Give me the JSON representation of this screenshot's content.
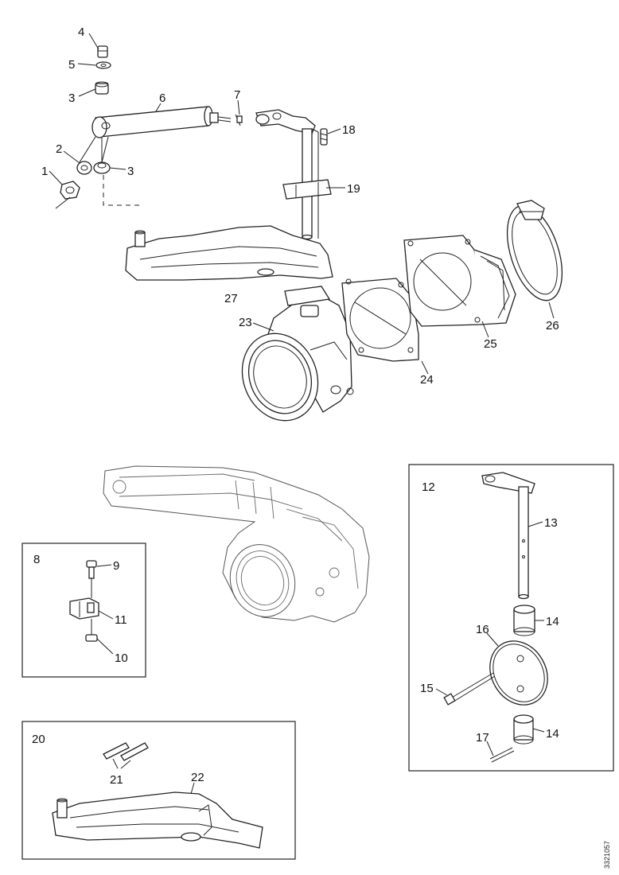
{
  "callouts": {
    "c1": "1",
    "c2": "2",
    "c3a": "3",
    "c3b": "3",
    "c4": "4",
    "c5": "5",
    "c6": "6",
    "c7": "7",
    "c18": "18",
    "c19": "19",
    "c23": "23",
    "c24": "24",
    "c25": "25",
    "c26": "26",
    "c27": "27"
  },
  "inset_8": {
    "title": "8",
    "c9": "9",
    "c10": "10",
    "c11": "11"
  },
  "inset_12": {
    "title": "12",
    "c13": "13",
    "c14a": "14",
    "c14b": "14",
    "c15": "15",
    "c16": "16",
    "c17": "17"
  },
  "inset_20": {
    "title": "20",
    "c21": "21",
    "c22": "22"
  },
  "reference_id": "3321057"
}
